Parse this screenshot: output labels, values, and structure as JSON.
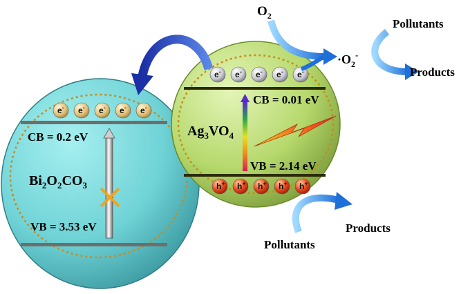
{
  "bi2o2co3": {
    "name_parts": [
      "Bi",
      "2",
      "O",
      "2",
      "CO",
      "3"
    ],
    "cb": "CB = 0.2 eV",
    "vb": "VB = 3.53 eV",
    "electron": "e",
    "electron_sign": "-",
    "electron_count": 5
  },
  "ag3vo4": {
    "name_parts": [
      "Ag",
      "3",
      "VO",
      "4"
    ],
    "cb": "CB = 0.01 eV",
    "vb": "VB = 2.14 eV",
    "electron": "e",
    "electron_sign": "-",
    "electron_count": 5,
    "hole": "h",
    "hole_sign": "+",
    "hole_count": 5
  },
  "reactions": {
    "o2_parts": [
      "O",
      "2"
    ],
    "superoxide_parts": [
      "·O",
      "2",
      "-"
    ],
    "pollutants_top": "Pollutants",
    "products_top": "Products",
    "pollutants_bottom": "Pollutants",
    "products_bottom": "Products"
  },
  "colors": {
    "bi_sphere": "#6fd3d6",
    "ag_sphere": "#b5d86b",
    "electron_ball": "#e3c27a",
    "electron_ball_ag": "#c9c9d2",
    "hole_ball": "#e8441a",
    "arrow_blue": "#1f6fd8",
    "arrow_dark": "#1c2fa6"
  }
}
